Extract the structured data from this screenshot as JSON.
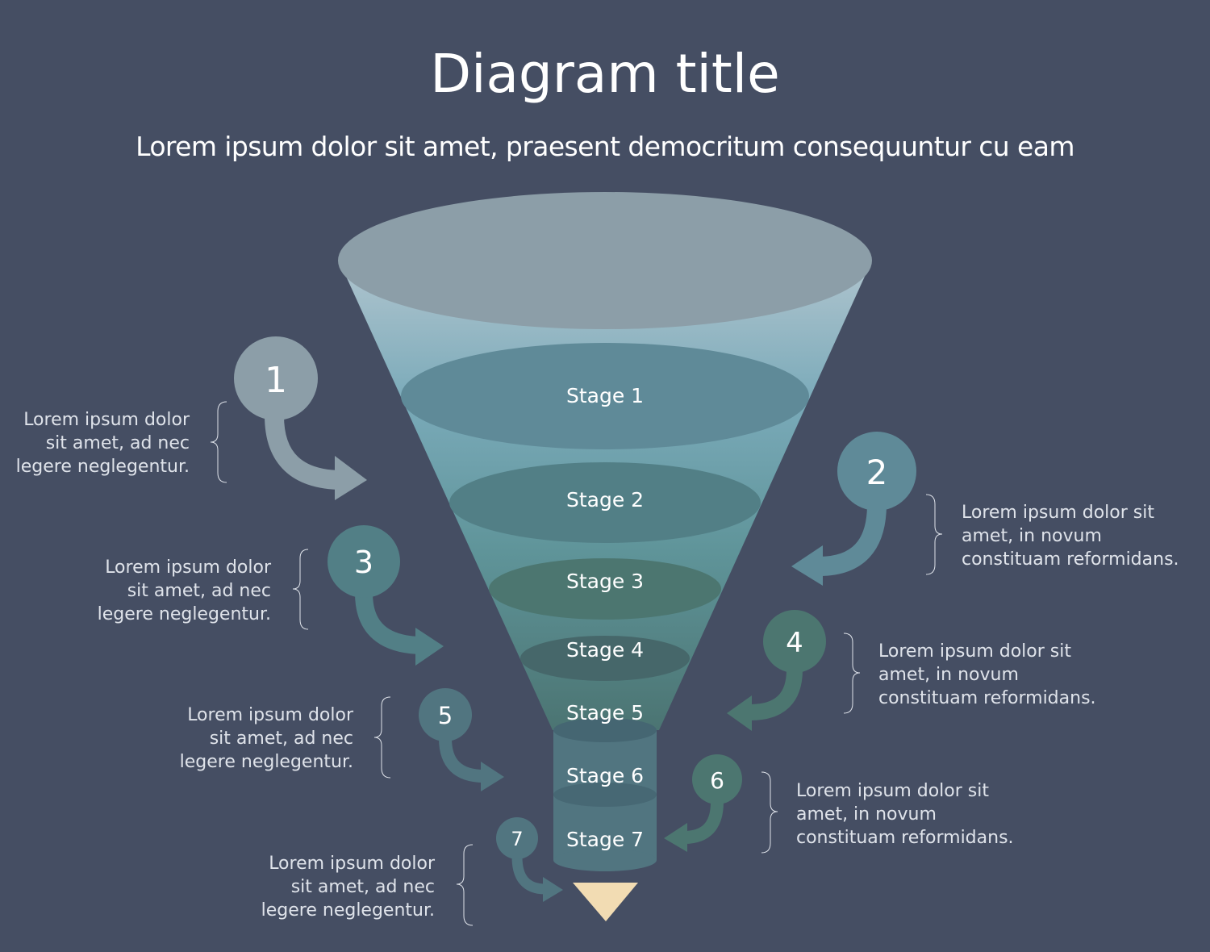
{
  "header": {
    "title": "Diagram title",
    "subtitle": "Lorem ipsum dolor sit amet, praesent democritum consequuntur cu eam"
  },
  "stages": [
    {
      "label": "Stage 1"
    },
    {
      "label": "Stage 2"
    },
    {
      "label": "Stage 3"
    },
    {
      "label": "Stage 4"
    },
    {
      "label": "Stage 5"
    },
    {
      "label": "Stage 6"
    },
    {
      "label": "Stage 7"
    }
  ],
  "callouts": [
    {
      "number": "1",
      "text": "Lorem ipsum dolor\nsit amet, ad nec\nlegere neglegentur."
    },
    {
      "number": "2",
      "text": "Lorem ipsum dolor sit\namet, in novum\nconstituam reformidans."
    },
    {
      "number": "3",
      "text": "Lorem ipsum dolor\nsit amet, ad nec\nlegere neglegentur."
    },
    {
      "number": "4",
      "text": "Lorem ipsum dolor sit\namet, in novum\nconstituam reformidans."
    },
    {
      "number": "5",
      "text": "Lorem ipsum dolor\nsit amet, ad nec\nlegere neglegentur."
    },
    {
      "number": "6",
      "text": "Lorem ipsum dolor sit\namet, in novum\nconstituam reformidans."
    },
    {
      "number": "7",
      "text": "Lorem ipsum dolor\nsit amet, ad nec\nlegere neglegentur."
    }
  ],
  "colors": {
    "background": "#454e63",
    "funnel_top": "#8c9ea8",
    "funnel_outer": "#afc4ce",
    "output": "#f2dcb3"
  }
}
